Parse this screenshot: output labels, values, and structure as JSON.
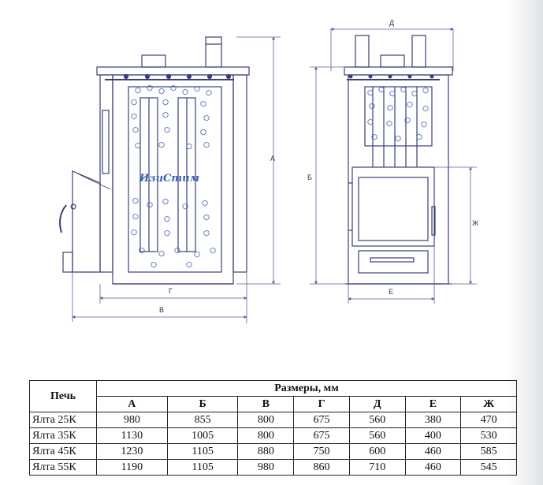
{
  "table": {
    "model_header": "Печь",
    "group_header": "Размеры, мм",
    "columns": [
      "А",
      "Б",
      "В",
      "Г",
      "Д",
      "Е",
      "Ж"
    ],
    "rows": [
      {
        "model": "Ялта 25К",
        "values": [
          "980",
          "855",
          "800",
          "675",
          "560",
          "380",
          "470"
        ]
      },
      {
        "model": "Ялта 35К",
        "values": [
          "1130",
          "1005",
          "800",
          "675",
          "560",
          "400",
          "530"
        ]
      },
      {
        "model": "Ялта 45К",
        "values": [
          "1230",
          "1105",
          "880",
          "750",
          "600",
          "460",
          "585"
        ]
      },
      {
        "model": "Ялта 55К",
        "values": [
          "1190",
          "1105",
          "980",
          "860",
          "710",
          "460",
          "545"
        ]
      }
    ]
  },
  "drawing": {
    "brand": "ИзиСтим",
    "dimension_labels": {
      "a": "А",
      "b": "Б",
      "v": "В",
      "g": "Г",
      "d": "Д",
      "e": "Е",
      "zh": "Ж"
    }
  },
  "colors": {
    "outline": "#3a3f78",
    "dimension_line": "#5a5fa0",
    "stones": "#3d63b0",
    "text": "#333333"
  }
}
